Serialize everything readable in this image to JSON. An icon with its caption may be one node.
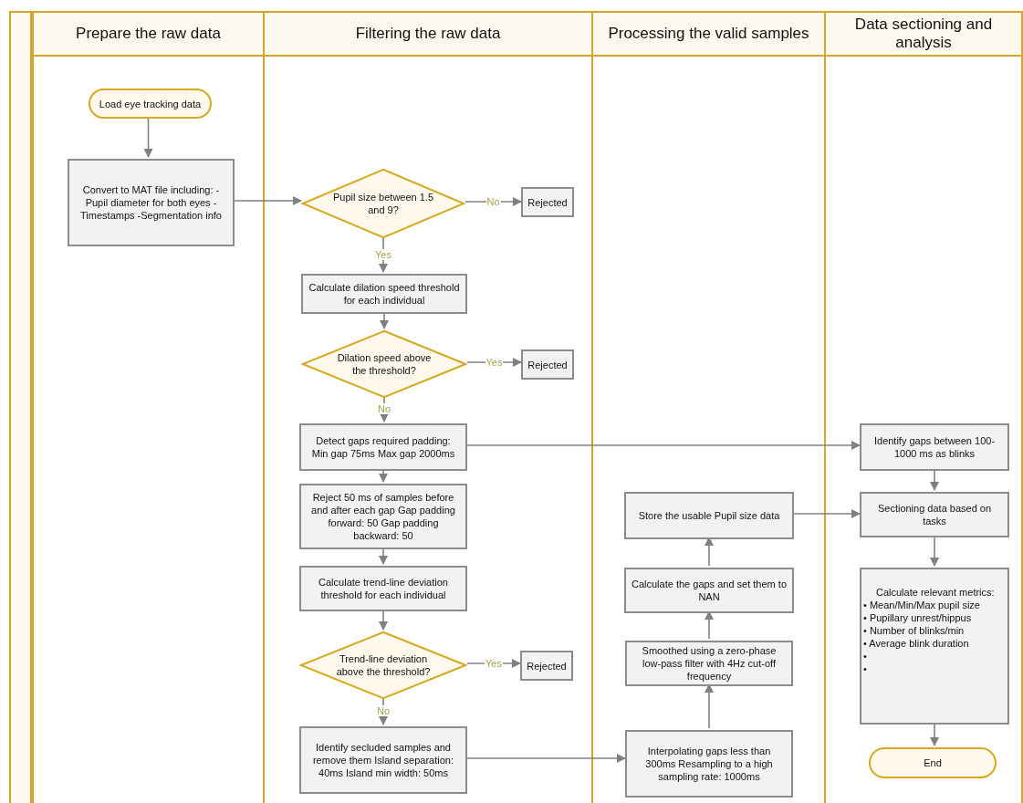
{
  "diagram": {
    "nodes": [
      {
        "text": [
          "Prepare the raw data"
        ]
      },
      {
        "text": [
          "Filtering the raw data"
        ]
      },
      {
        "text": [
          "Processing the valid samples"
        ]
      },
      {
        "text": [
          "Data sectioning and analysis"
        ]
      },
      {
        "text": [
          "Load eye tracking data"
        ],
        "in": 0
      },
      {
        "text": [
          "Convert to MAT file including: -Pupil diameter for both eyes -Timestamps -Segmentation info"
        ],
        "in": 0
      },
      {
        "text": [
          "Pupil size between 1.5 and 9?"
        ],
        "in": 1
      },
      {
        "text": [
          "Rejected"
        ],
        "in": 1
      },
      {
        "text": [
          "Calculate dilation speed threshold for each individual"
        ],
        "in": 1
      },
      {
        "text": [
          "Dilation speed above the threshold?"
        ],
        "in": 1
      },
      {
        "text": [
          "Rejected"
        ],
        "in": 1
      },
      {
        "text": [
          "Detect gaps required padding: Min gap 75ms Max gap 2000ms"
        ],
        "in": 1
      },
      {
        "text": [
          "Reject 50 ms of samples before and after each gap Gap padding forward: 50 Gap padding backward: 50"
        ],
        "in": 1
      },
      {
        "text": [
          "Calculate trend-line deviation threshold for each individual"
        ],
        "in": 1
      },
      {
        "text": [
          "Trend-line deviation above the threshold?"
        ],
        "in": 1
      },
      {
        "text": [
          "Rejected"
        ],
        "in": 1
      },
      {
        "text": [
          "Identify secluded samples and remove them Island separation: 40ms Island min width: 50ms"
        ],
        "in": 1
      },
      {
        "text": [
          "Store the usable Pupil size data"
        ],
        "in": 2
      },
      {
        "text": [
          "Calculate the gaps and set them to NAN"
        ],
        "in": 2
      },
      {
        "text": [
          "Smoothed using a zero-phase low-pass filter with 4Hz cut-off frequency"
        ],
        "in": 2
      },
      {
        "text": [
          "Interpolating gaps less than 300ms Resampling to a high sampling rate: 1000ms"
        ],
        "in": 2
      },
      {
        "text": [
          "Identify gaps between 100-1000 ms as blinks"
        ],
        "in": 3
      },
      {
        "text": [
          "Sectioning data based on tasks"
        ],
        "in": 3
      },
      {
        "text": [
          "Calculate relevant metrics:",
          "• Mean/Min/Max pupil size",
          "• Pupillary unrest/hippus",
          "• Number of blinks/min",
          "• Average blink duration",
          "•",
          "•"
        ],
        "in": 3
      },
      {
        "text": [
          "End"
        ],
        "in": 3
      },
      {
        "text": [],
        "shape": "bar"
      }
    ],
    "edges": [
      {
        "from": 4,
        "to": 5,
        "arrow": "to"
      },
      {
        "from": 5,
        "to": 6,
        "arrow": "to"
      },
      {
        "from": 6,
        "to": 7,
        "arrow": "to",
        "label": "No"
      },
      {
        "from": 6,
        "to": 8,
        "arrow": "to",
        "label": "Yes"
      },
      {
        "from": 8,
        "to": 9,
        "arrow": "to"
      },
      {
        "from": 9,
        "to": 10,
        "arrow": "to",
        "label": "Yes"
      },
      {
        "from": 9,
        "to": 11,
        "arrow": "to",
        "label": "No"
      },
      {
        "from": 11,
        "to": 12,
        "arrow": "to"
      },
      {
        "from": 11,
        "to": 21,
        "arrow": "to"
      },
      {
        "from": 12,
        "to": 13,
        "arrow": "to"
      },
      {
        "from": 13,
        "to": 14,
        "arrow": "to"
      },
      {
        "from": 14,
        "to": 15,
        "arrow": "to",
        "label": "Yes"
      },
      {
        "from": 14,
        "to": 16,
        "arrow": "to",
        "label": "No"
      },
      {
        "from": 16,
        "to": 20,
        "arrow": "to"
      },
      {
        "from": 20,
        "to": 19,
        "arrow": "to"
      },
      {
        "from": 19,
        "to": 18,
        "arrow": "to"
      },
      {
        "from": 18,
        "to": 17,
        "arrow": "to"
      },
      {
        "from": 17,
        "to": 22,
        "arrow": "to"
      },
      {
        "from": 21,
        "to": 22,
        "arrow": "to"
      },
      {
        "from": 22,
        "to": 23,
        "arrow": "to"
      },
      {
        "from": 23,
        "to": 24,
        "arrow": "to"
      }
    ]
  }
}
